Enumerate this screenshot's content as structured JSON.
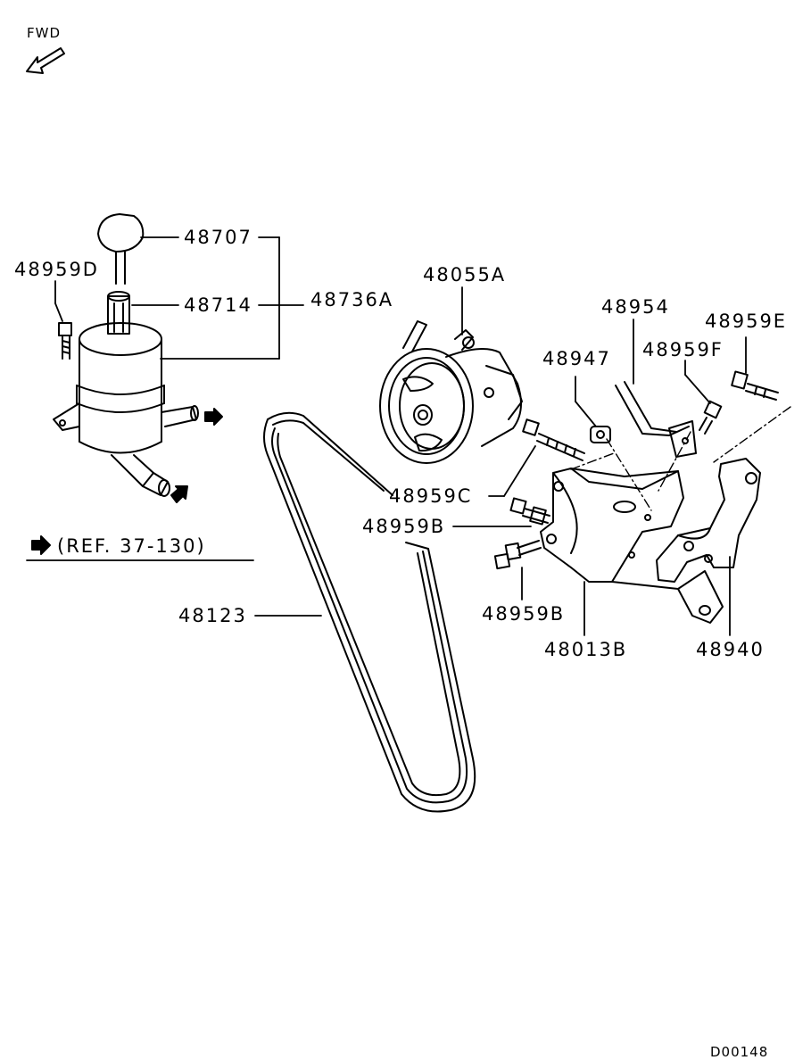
{
  "orientation": {
    "fwd_label": "FWD"
  },
  "reference": {
    "text": "(REF. 37-130)"
  },
  "drawing_code": "D00148",
  "parts": {
    "cap": "48707",
    "strainer": "48714",
    "reservoir_assy": "48736A",
    "reservoir_bolt": "48959D",
    "pump_assy": "48055A",
    "pump_bolt_c": "48959C",
    "bracket_bolt_b_upper": "48959B",
    "bracket_bolt_b_lower": "48959B",
    "belt": "48123",
    "nut": "48947",
    "stay": "48954",
    "stay_bolt_f": "48959F",
    "bracket_bolt_e": "48959E",
    "pump_bracket": "48013B",
    "bracket": "48940"
  }
}
